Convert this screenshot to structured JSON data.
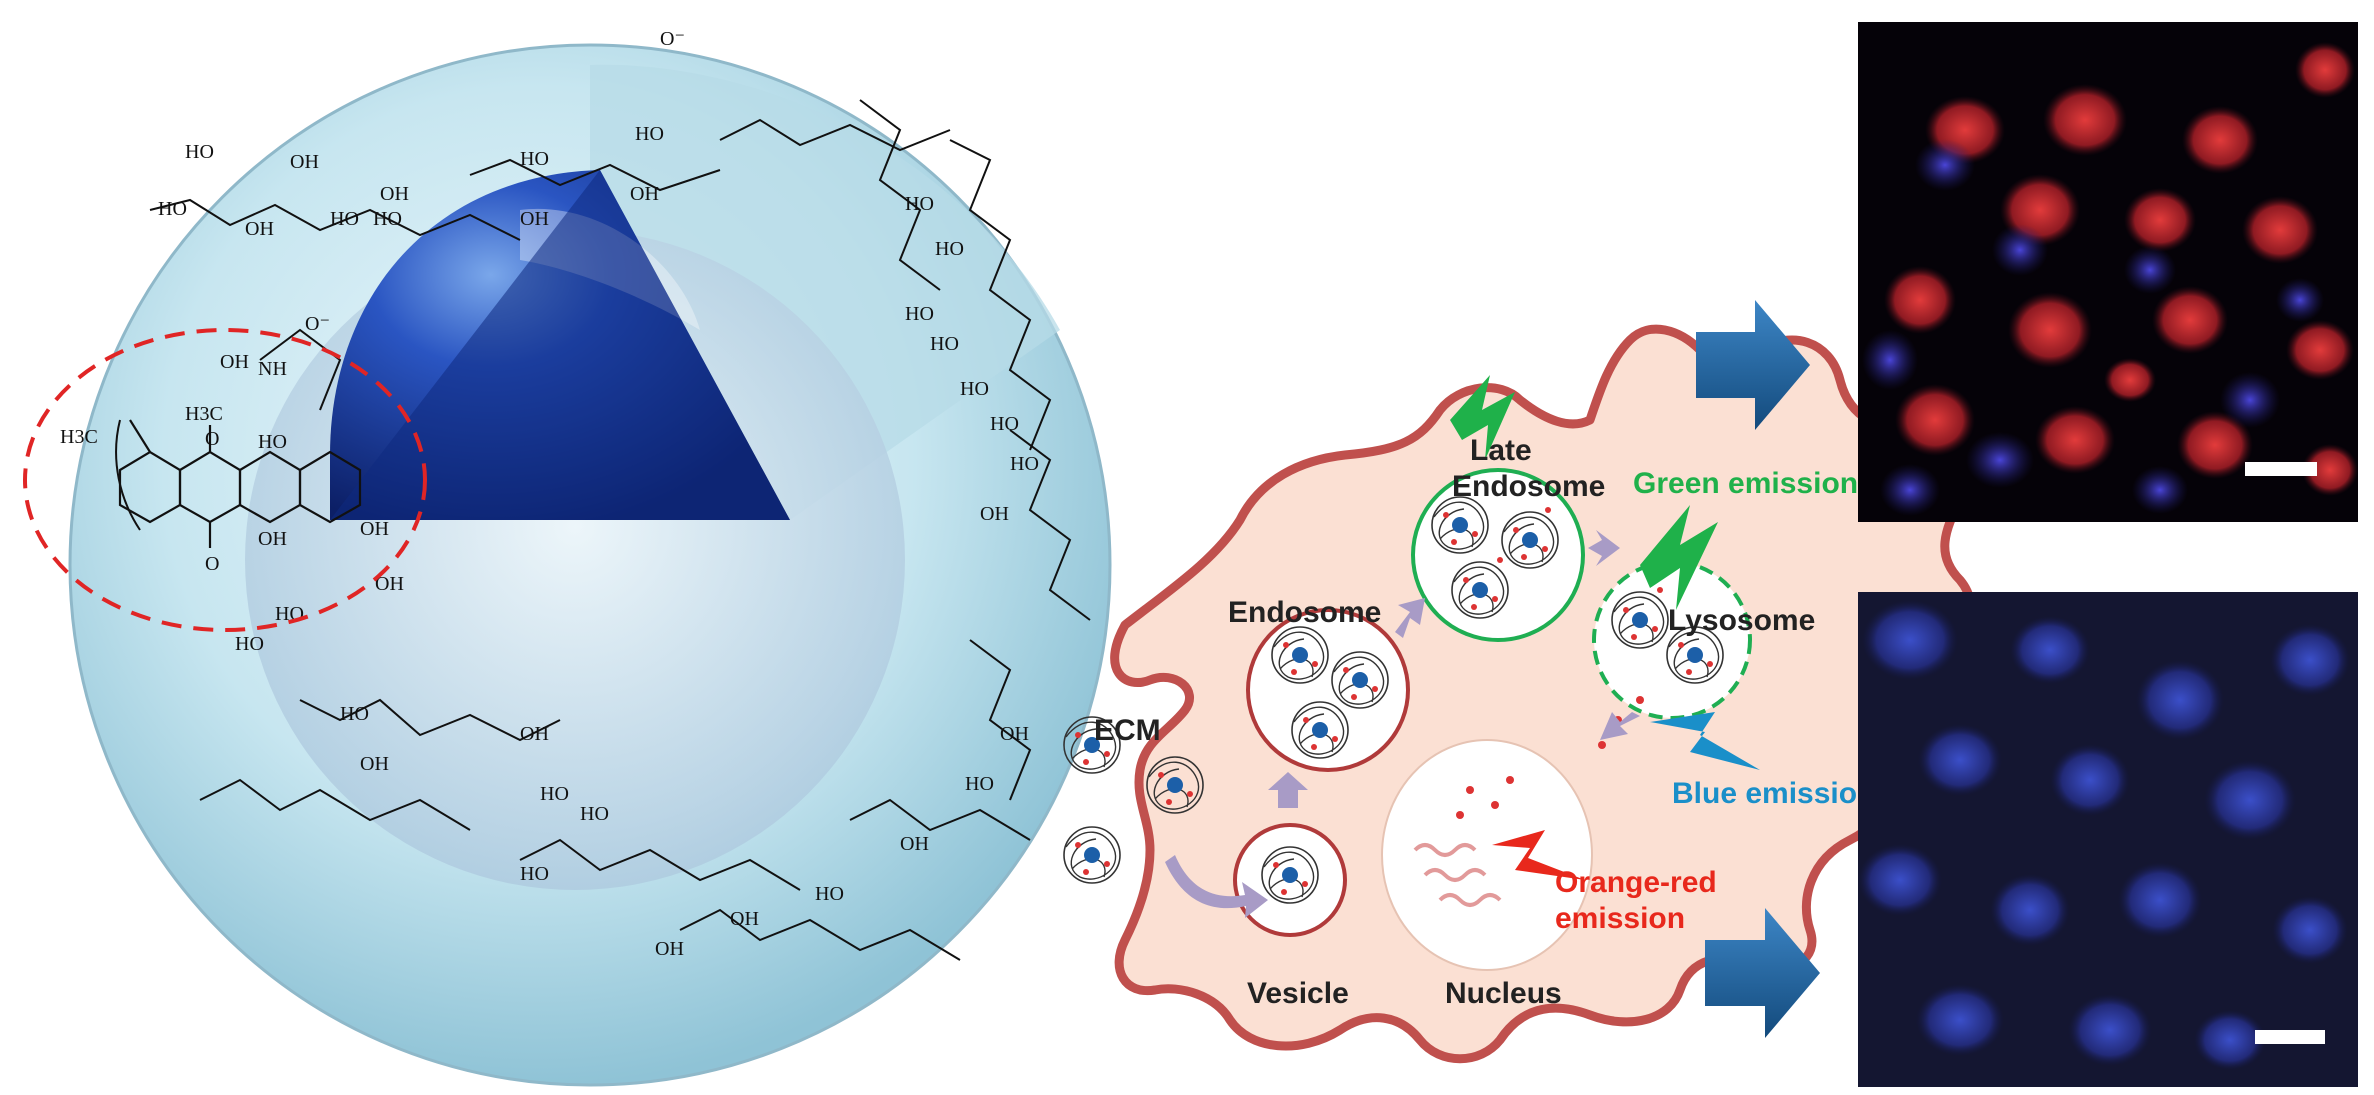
{
  "chem": {
    "ho": "HO",
    "oh": "OH",
    "nh": "NH",
    "h3c": "H3C",
    "ch3o": "H3C",
    "o": "O",
    "ominus": "O⁻"
  },
  "labels": {
    "ecm": "ECM",
    "endosome": "Endosome",
    "late_endosome_line1": "Late",
    "late_endosome_line2": "Endosome",
    "lysosome": "Lysosome",
    "vesicle": "Vesicle",
    "nucleus": "Nucleus",
    "green_emission": "Green emission",
    "blue_emission": "Blue emission",
    "orange_red_line1": "Orange-red",
    "orange_red_line2": "emission"
  },
  "colors": {
    "green_emission": "#1fb14a",
    "blue_emission": "#1a8fc9",
    "orange_red_emission": "#e8281c",
    "cell_fill": "#fbe0d3",
    "cell_border": "#c0504d",
    "arrow_blue": "#1f5f96",
    "core_blue": "#1e3f9c",
    "shell_blue": "#bfe0ec"
  },
  "icons": {
    "arrow_upper": "right-arrow-icon",
    "arrow_lower": "right-arrow-icon",
    "lightning": "lightning-icon"
  }
}
